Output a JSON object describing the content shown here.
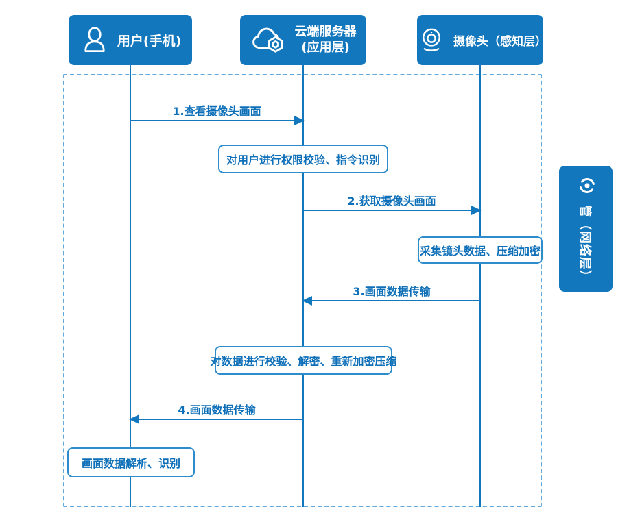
{
  "diagram": {
    "title_hint": "camera-cloud-user sequence diagram",
    "colors": {
      "primary_blue": "#1377BD",
      "line_blue": "#1377BD",
      "text_blue": "#0D6FB8",
      "dash_blue": "#63A9DC",
      "activity_border": "#2E8CCB",
      "background": "#FFFFFF"
    },
    "actors": [
      {
        "id": "user",
        "label": "用户(手机)",
        "icon": "user-icon"
      },
      {
        "id": "cloud",
        "lines": [
          "云端服务器",
          "(应用层)"
        ],
        "icon": "cloud-icon"
      },
      {
        "id": "camera",
        "label": "摄像头（感知层）",
        "icon": "webcam-icon"
      }
    ],
    "side_panel": {
      "label": "管（网络层）",
      "icon": "network-signal-icon"
    },
    "messages": [
      {
        "label": "1.查看摄像头画面",
        "from": "user",
        "to": "cloud",
        "direction": "right"
      },
      {
        "label": "2.获取摄像头画面",
        "from": "cloud",
        "to": "camera",
        "direction": "right"
      },
      {
        "label": "3.画面数据传输",
        "from": "camera",
        "to": "cloud",
        "direction": "left"
      },
      {
        "label": "4.画面数据传输",
        "from": "cloud",
        "to": "user",
        "direction": "left"
      }
    ],
    "activities": [
      {
        "label": "对用户进行权限校验、指令识别",
        "lifeline": "cloud"
      },
      {
        "label": "采集镜头数据、压缩加密",
        "lifeline": "camera"
      },
      {
        "label": "对数据进行校验、解密、重新加密压缩",
        "lifeline": "cloud"
      },
      {
        "label": "画面数据解析、识别",
        "lifeline": "user"
      }
    ]
  }
}
